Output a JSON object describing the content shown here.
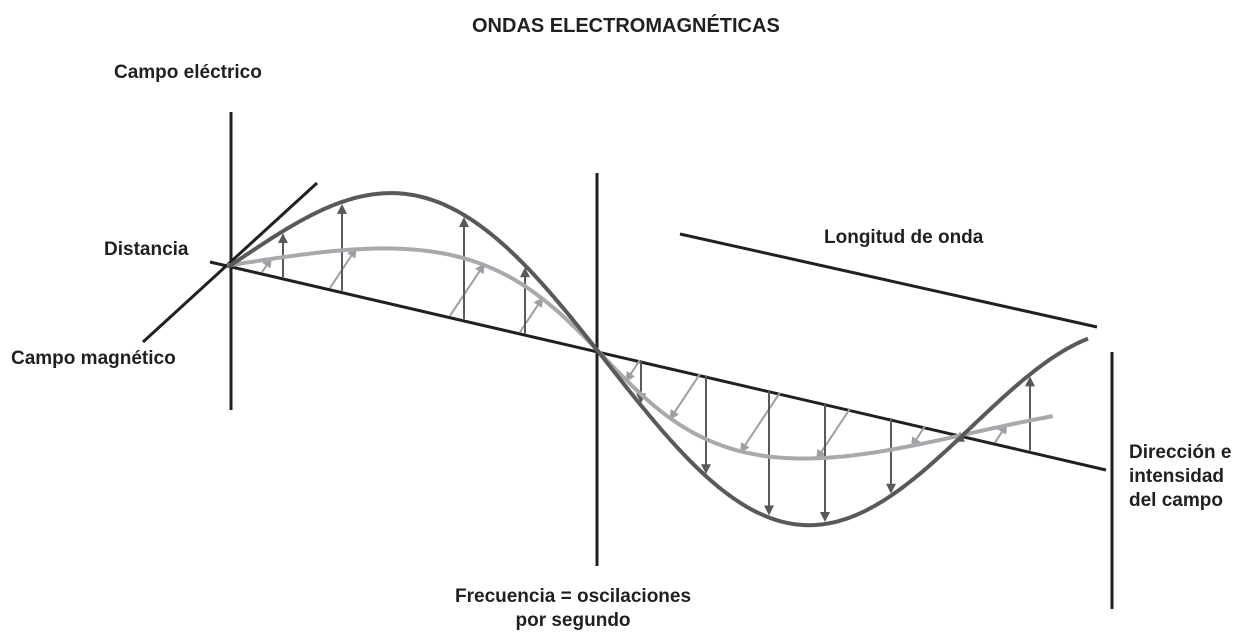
{
  "title": "ONDAS ELECTROMAGNÉTICAS",
  "labels": {
    "electric_field": "Campo eléctrico",
    "distance": "Distancia",
    "magnetic_field": "Campo magnético",
    "wavelength": "Longitud de onda",
    "direction_line1": "Dirección e",
    "direction_line2": "intensidad",
    "direction_line3": "del campo",
    "frequency_line1": "Frecuencia = oscilaciones",
    "frequency_line2": "por segundo"
  },
  "colors": {
    "background": "#ffffff",
    "axis": "#231f20",
    "electric_wave": "#58595b",
    "magnetic_wave": "#a7a9ac",
    "electric_arrow": "#58595b",
    "magnetic_arrow": "#9d9fa2"
  }
}
